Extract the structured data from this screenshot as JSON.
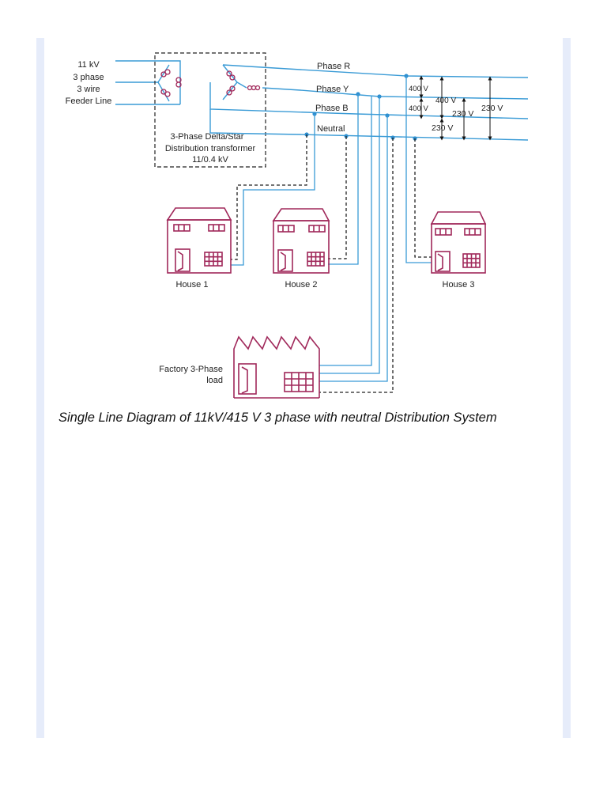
{
  "feeder": {
    "line1": "11 kV",
    "line2": "3 phase",
    "line3": "3 wire",
    "line4": "Feeder Line"
  },
  "transformer": {
    "line1": "3-Phase Delta/Star",
    "line2": "Distribution transformer",
    "line3": "11/0.4 kV"
  },
  "phases": {
    "r": "Phase R",
    "y": "Phase Y",
    "b": "Phase B",
    "n": "Neutral"
  },
  "voltages": {
    "ry": "400 V",
    "yb": "400 V",
    "rb": "400 V",
    "y_n": "230 V",
    "b_n": "230 V",
    "r_n": "230 V"
  },
  "houses": {
    "h1": "House 1",
    "h2": "House 2",
    "h3": "House 3"
  },
  "factory": {
    "line1": "Factory 3-Phase",
    "line2": "load"
  },
  "caption": "Single Line Diagram of 11kV/415 V 3 phase with neutral Distribution System",
  "colors": {
    "wire": "#3a9bd6",
    "building": "#a0285a",
    "dashed": "#222222"
  }
}
